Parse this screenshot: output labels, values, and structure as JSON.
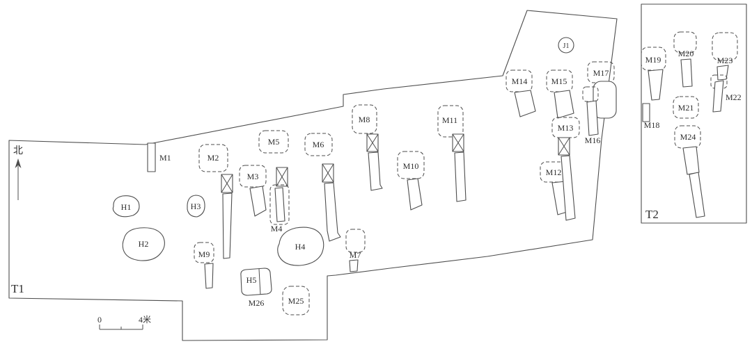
{
  "plan": {
    "north_label": "北",
    "scale_bar": {
      "start": "0",
      "end": "4米"
    },
    "trenches": {
      "T1": "T1",
      "T2": "T2"
    },
    "features": {
      "J1": "J1",
      "H1": "H1",
      "H2": "H2",
      "H3": "H3",
      "H4": "H4",
      "H5": "H5",
      "M1": "M1",
      "M2": "M2",
      "M3": "M3",
      "M4": "M4",
      "M5": "M5",
      "M6": "M6",
      "M7": "M7",
      "M8": "M8",
      "M9": "M9",
      "M10": "M10",
      "M11": "M11",
      "M12": "M12",
      "M13": "M13",
      "M14": "M14",
      "M15": "M15",
      "M16": "M16",
      "M17": "M17",
      "M18": "M18",
      "M19": "M19",
      "M20": "M20",
      "M21": "M21",
      "M22": "M22",
      "M23": "M23",
      "M24": "M24",
      "M25": "M25",
      "M26": "M26"
    }
  }
}
